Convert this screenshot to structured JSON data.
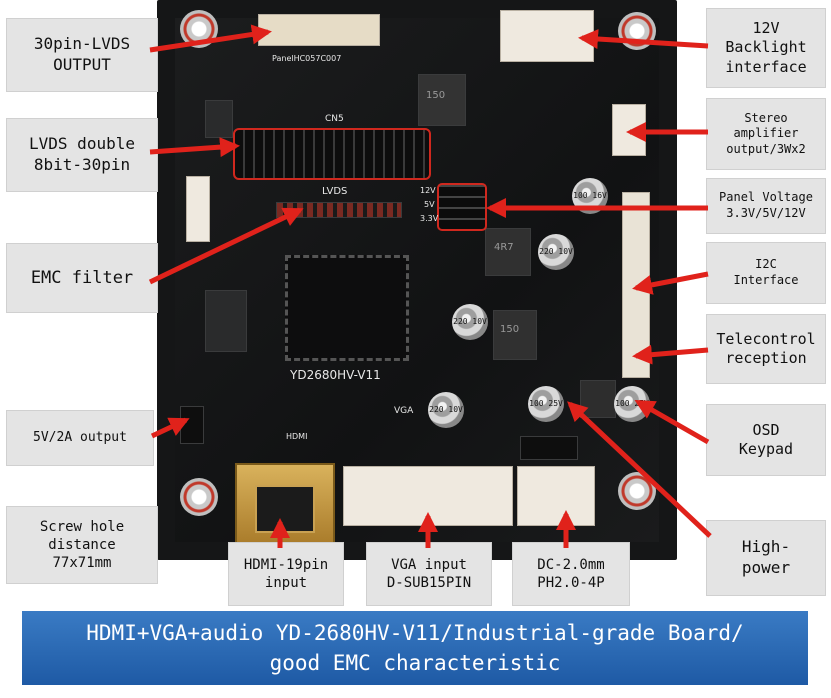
{
  "board": {
    "model_silk": "YD2680HV-V11",
    "lvds_silk": "LVDS",
    "cn5_silk": "CN5",
    "vga_silk": "VGA",
    "hdmi_silk": "HDMI",
    "panel_silk": "PanelHC057C007",
    "voltage_silk": [
      "12V",
      "5V",
      "3.3V"
    ],
    "cap_labels": [
      "100 16V",
      "220 10V",
      "220 10V",
      "220 10V",
      "100 25V",
      "100 25V"
    ],
    "inductor_labels": [
      "150",
      "4R7",
      "150"
    ]
  },
  "labels": {
    "lvds_out": "30pin-LVDS\nOUTPUT",
    "lvds_double": "LVDS double\n8bit-30pin",
    "emc": "EMC filter",
    "output_5v": "5V/2A output",
    "screw": "Screw hole\ndistance\n77x71mm",
    "hdmi": "HDMI-19pin\ninput",
    "vga": "VGA input\nD-SUB15PIN",
    "dc": "DC-2.0mm\nPH2.0-4P",
    "backlight": "12V\nBacklight\ninterface",
    "stereo": "Stereo\namplifier\noutput/3Wx2",
    "panel_voltage": "Panel Voltage\n3.3V/5V/12V",
    "i2c": "I2C\nInterface",
    "telecontrol": "Telecontrol\nreception",
    "osd": "OSD\nKeypad",
    "high_power": "High-\npower"
  },
  "banner": {
    "text": "HDMI+VGA+audio YD-2680HV-V11/Industrial-grade Board/\ngood EMC characteristic"
  },
  "colors": {
    "arrow": "#e0221b",
    "banner": "#2a6bb8",
    "label_bg": "#e4e4e4",
    "pcb": "#151617"
  }
}
